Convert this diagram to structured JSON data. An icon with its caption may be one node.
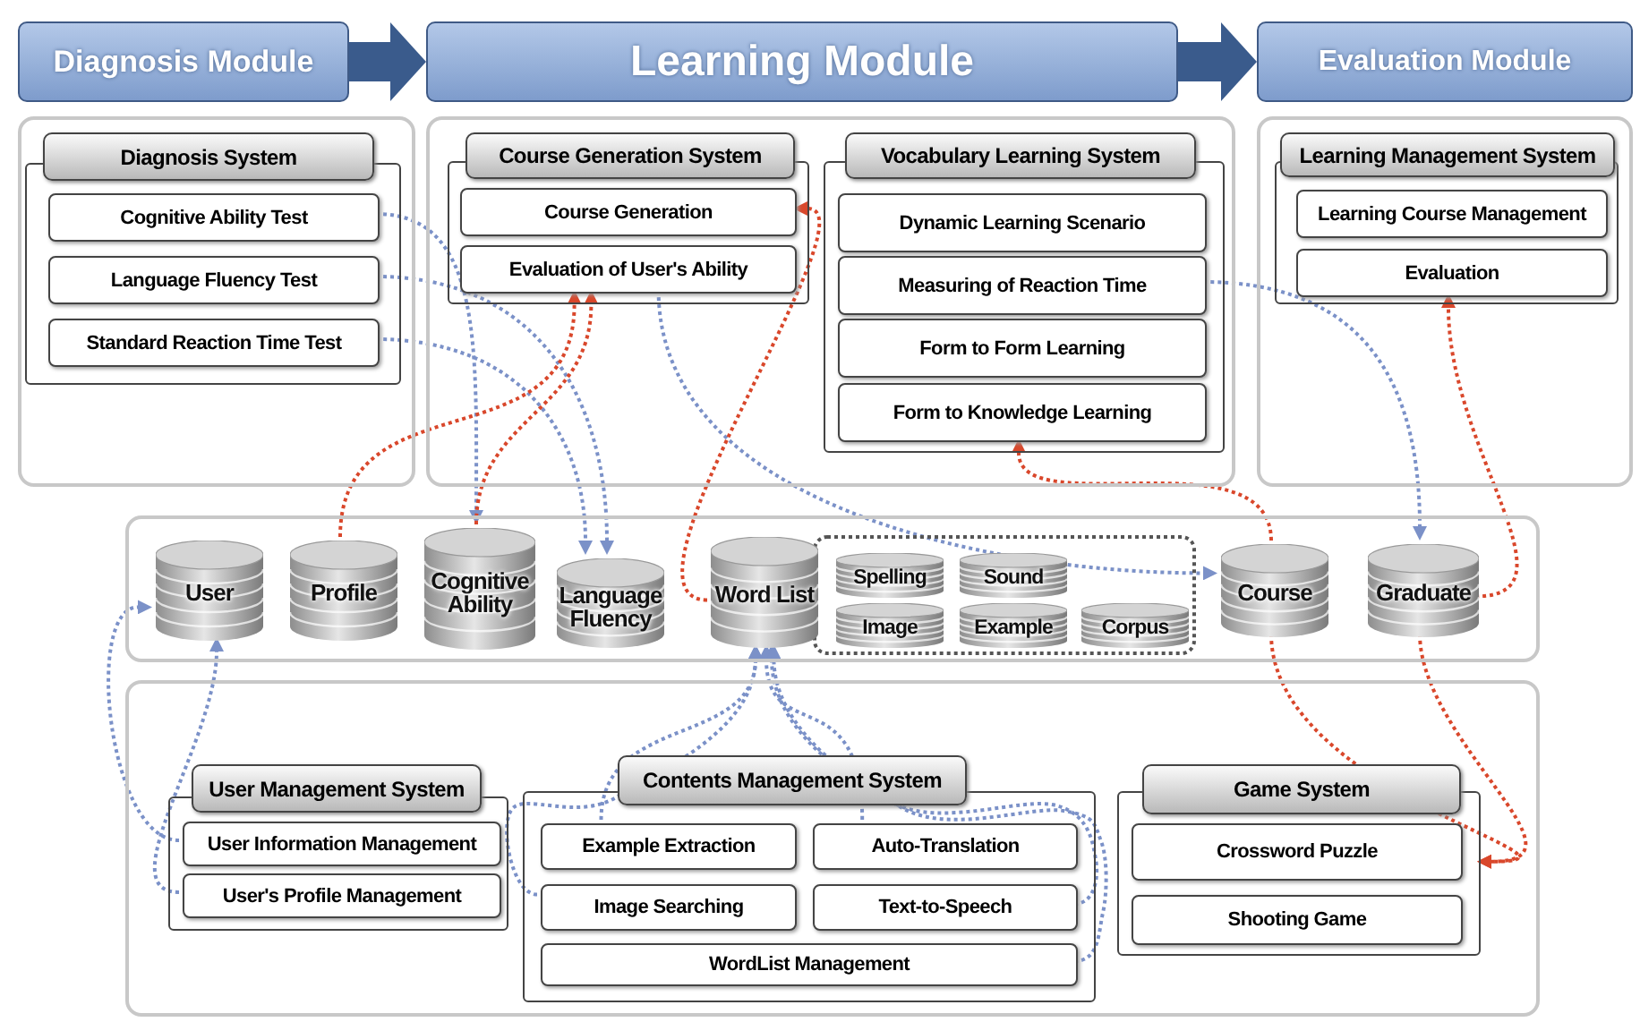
{
  "diagram": {
    "nodes": [
      {
        "text": [
          "Diagnosis Module"
        ]
      },
      {
        "text": [
          "Learning Module"
        ]
      },
      {
        "text": [
          "Evaluation Module"
        ]
      },
      {
        "text": [],
        "shape": "box"
      },
      {
        "text": [
          "Diagnosis System"
        ],
        "in": 3
      },
      {
        "text": [
          "Cognitive Ability Test"
        ],
        "in": 4
      },
      {
        "text": [
          "Language Fluency Test"
        ],
        "in": 4
      },
      {
        "text": [
          "Standard Reaction Time Test"
        ],
        "in": 4
      },
      {
        "text": [],
        "shape": "box"
      },
      {
        "text": [
          "Course Generation System"
        ],
        "in": 8
      },
      {
        "text": [
          "Course Generation"
        ],
        "in": 9
      },
      {
        "text": [
          "Evaluation of User's Ability"
        ],
        "in": 9
      },
      {
        "text": [
          "Vocabulary Learning System"
        ],
        "in": 8
      },
      {
        "text": [
          "Dynamic Learning Scenario"
        ],
        "in": 12
      },
      {
        "text": [
          "Measuring of Reaction Time"
        ],
        "in": 12
      },
      {
        "text": [
          "Form to Form Learning"
        ],
        "in": 12
      },
      {
        "text": [
          "Form to Knowledge Learning"
        ],
        "in": 12
      },
      {
        "text": [],
        "shape": "box"
      },
      {
        "text": [
          "Learning Management System"
        ],
        "in": 17
      },
      {
        "text": [
          "Learning Course Management"
        ],
        "in": 18
      },
      {
        "text": [
          "Evaluation"
        ],
        "in": 18
      },
      {
        "text": [],
        "shape": "box"
      },
      {
        "text": [
          "User"
        ],
        "in": 21
      },
      {
        "text": [
          "Profile"
        ],
        "in": 21
      },
      {
        "text": [
          "Cognitive Ability"
        ],
        "in": 21
      },
      {
        "text": [
          "Language Fluency"
        ],
        "in": 21
      },
      {
        "text": [
          "Word List"
        ],
        "in": 21
      },
      {
        "text": [],
        "shape": "box",
        "in": 21
      },
      {
        "text": [
          "Spelling"
        ],
        "in": 27
      },
      {
        "text": [
          "Sound"
        ],
        "in": 27
      },
      {
        "text": [
          "Image"
        ],
        "in": 27
      },
      {
        "text": [
          "Example"
        ],
        "in": 27
      },
      {
        "text": [
          "Corpus"
        ],
        "in": 27
      },
      {
        "text": [
          "Course"
        ],
        "in": 21
      },
      {
        "text": [
          "Graduate"
        ],
        "in": 21
      },
      {
        "text": [],
        "shape": "box"
      },
      {
        "text": [
          "User Management System"
        ],
        "in": 35
      },
      {
        "text": [
          "User Information Management"
        ],
        "in": 36
      },
      {
        "text": [
          "User's Profile Management"
        ],
        "in": 36
      },
      {
        "text": [
          "Contents Management System"
        ],
        "in": 35
      },
      {
        "text": [
          "Example Extraction"
        ],
        "in": 39
      },
      {
        "text": [
          "Auto-Translation"
        ],
        "in": 39
      },
      {
        "text": [
          "Image Searching"
        ],
        "in": 39
      },
      {
        "text": [
          "Text-to-Speech"
        ],
        "in": 39
      },
      {
        "text": [
          "WordList Management"
        ],
        "in": 39
      },
      {
        "text": [
          "Game System"
        ],
        "in": 35
      },
      {
        "text": [
          "Crossword Puzzle"
        ],
        "in": 45
      },
      {
        "text": [
          "Shooting Game"
        ],
        "in": 45
      }
    ],
    "edges": [
      {
        "from": 0,
        "to": 1,
        "arrow": "to",
        "style": "thick",
        "color": "#3a5b8c"
      },
      {
        "from": 1,
        "to": 2,
        "arrow": "to",
        "style": "thick",
        "color": "#3a5b8c"
      },
      {
        "from": 5,
        "to": 24,
        "arrow": "to",
        "style": "dashed"
      },
      {
        "from": 6,
        "to": 25,
        "arrow": "to",
        "style": "dashed"
      },
      {
        "from": 7,
        "to": 25,
        "arrow": "to",
        "style": "dashed"
      },
      {
        "from": 11,
        "to": 33,
        "arrow": "to",
        "style": "dashed"
      },
      {
        "from": 14,
        "to": 34,
        "arrow": "to",
        "style": "dashed"
      },
      {
        "from": 40,
        "to": 26,
        "arrow": "to",
        "style": "dashed"
      },
      {
        "from": 41,
        "to": 26,
        "arrow": "to",
        "style": "dashed"
      },
      {
        "from": 42,
        "to": 26,
        "arrow": "to",
        "style": "dashed"
      },
      {
        "from": 43,
        "to": 26,
        "arrow": "to",
        "style": "dashed"
      },
      {
        "from": 44,
        "to": 26,
        "arrow": "to",
        "style": "dashed"
      },
      {
        "from": 37,
        "to": 22,
        "arrow": "to",
        "style": "dashed"
      },
      {
        "from": 38,
        "to": 22,
        "arrow": "to",
        "style": "dashed"
      },
      {
        "from": 23,
        "to": 11,
        "arrow": "to",
        "style": "dashed",
        "color": "#d9472b"
      },
      {
        "from": 24,
        "to": 11,
        "arrow": "to",
        "style": "dashed",
        "color": "#d9472b"
      },
      {
        "from": 26,
        "to": 10,
        "arrow": "to",
        "style": "dashed",
        "color": "#d9472b"
      },
      {
        "from": 33,
        "to": 16,
        "arrow": "to",
        "style": "dashed",
        "color": "#d9472b"
      },
      {
        "from": 34,
        "to": 20,
        "arrow": "to",
        "style": "dashed",
        "color": "#d9472b"
      },
      {
        "from": 33,
        "to": 45,
        "arrow": "to",
        "style": "dashed",
        "color": "#d9472b"
      },
      {
        "from": 34,
        "to": 45,
        "arrow": "to",
        "style": "dashed",
        "color": "#d9472b"
      }
    ]
  }
}
